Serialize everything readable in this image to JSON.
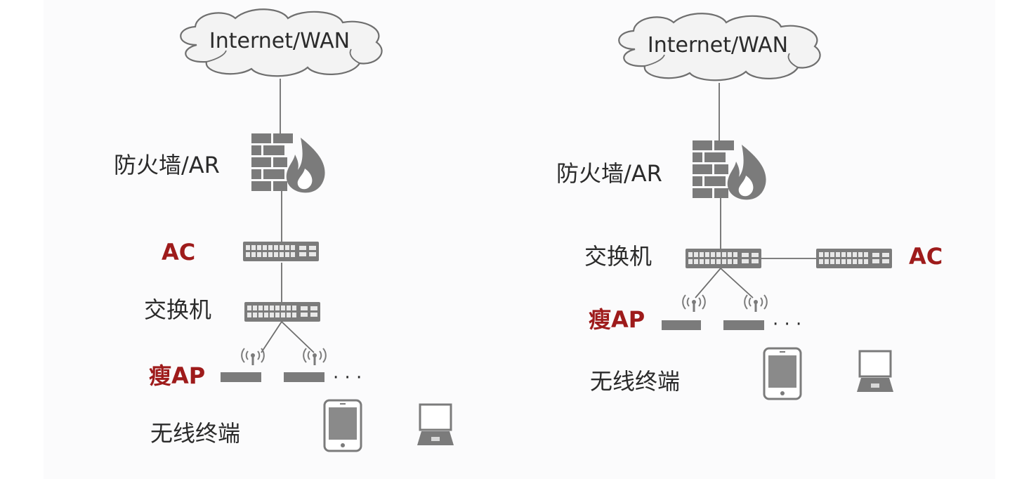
{
  "left": {
    "cloud": "Internet/WAN",
    "firewall": "防火墙/AR",
    "ac": "AC",
    "switch": "交换机",
    "ap": "瘦AP",
    "ellipsis": "· · ·",
    "terminal": "无线终端"
  },
  "right": {
    "cloud": "Internet/WAN",
    "firewall": "防火墙/AR",
    "switch": "交换机",
    "ac": "AC",
    "ap": "瘦AP",
    "ellipsis": "· · ·",
    "terminal": "无线终端"
  },
  "colors": {
    "device": "#7b7b7b",
    "accent_red": "#9e1b1b",
    "line": "#6e6e6e"
  }
}
